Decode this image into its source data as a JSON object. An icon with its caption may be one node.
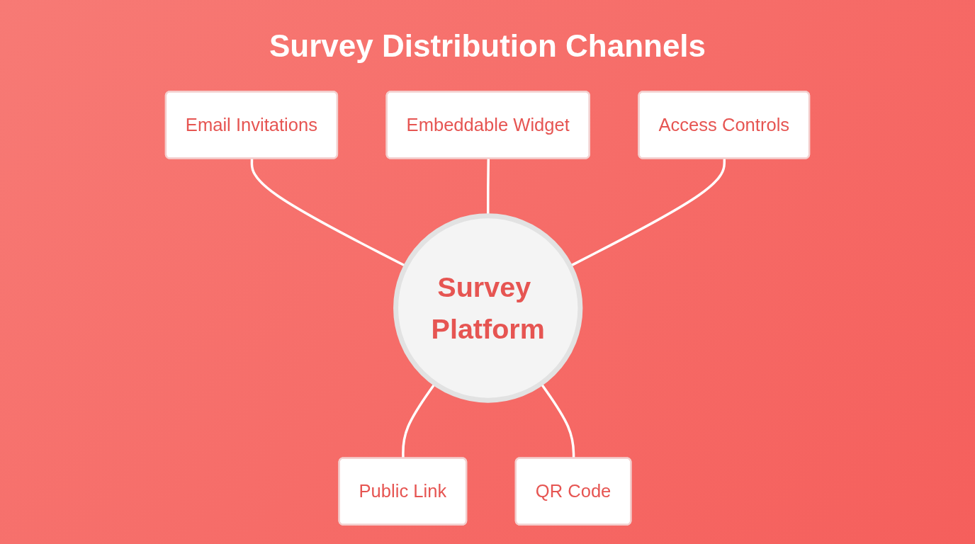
{
  "diagram": {
    "title": "Survey Distribution Channels",
    "nodes": [
      {
        "text": [
          "Email Invitations"
        ]
      },
      {
        "text": [
          "Embeddable Widget"
        ]
      },
      {
        "text": [
          "Survey Platform"
        ]
      },
      {
        "text": [
          "Access Controls"
        ]
      },
      {
        "text": [
          "Public Link"
        ]
      },
      {
        "text": [
          "QR Code"
        ]
      }
    ],
    "edges": [
      {
        "from": 0,
        "to": 2,
        "arrow": "none"
      },
      {
        "from": 1,
        "to": 2,
        "arrow": "none"
      },
      {
        "from": 3,
        "to": 2,
        "arrow": "none"
      },
      {
        "from": 2,
        "to": 4,
        "arrow": "none"
      },
      {
        "from": 2,
        "to": 5,
        "arrow": "none"
      }
    ]
  }
}
